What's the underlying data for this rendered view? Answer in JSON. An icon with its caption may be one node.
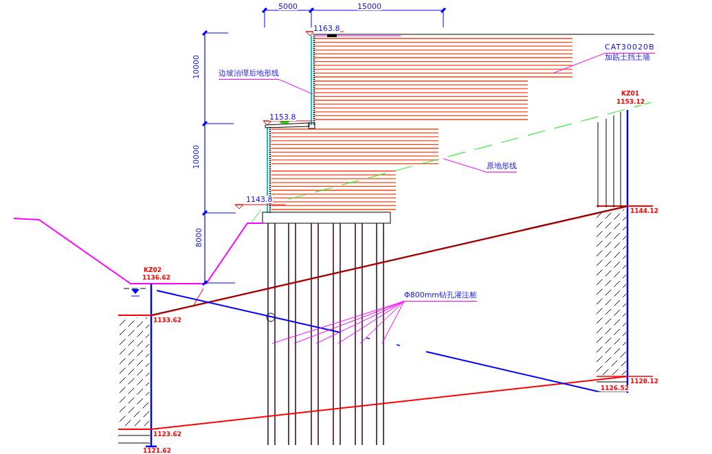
{
  "diagram": {
    "nodes": [
      {
        "text": [
          "边坡治理后地形线"
        ]
      },
      {
        "text": [
          "CAT30020B",
          "加筋土挡土墙"
        ]
      },
      {
        "text": [
          "原地形线"
        ]
      },
      {
        "text": [
          "Φ800mm钻孔灌注桩"
        ]
      }
    ],
    "edges": [
      {
        "from": 0,
        "to": null,
        "arrow": "none"
      },
      {
        "from": 1,
        "to": null,
        "arrow": "none"
      },
      {
        "from": 2,
        "to": null,
        "arrow": "none"
      },
      {
        "from": 3,
        "to": null,
        "arrow": "none"
      },
      {
        "from": 3,
        "to": null,
        "arrow": "none"
      },
      {
        "from": 3,
        "to": null,
        "arrow": "none"
      },
      {
        "from": 3,
        "to": null,
        "arrow": "none"
      },
      {
        "from": 3,
        "to": null,
        "arrow": "none"
      },
      {
        "from": 3,
        "to": null,
        "arrow": "none"
      }
    ],
    "labels": [
      "5000",
      "15000",
      "10000",
      "10000",
      "8000",
      "1163.8",
      "1153.8",
      "1143.8",
      "KZ02",
      "1136.62",
      "1133.62",
      "1123.62",
      "1121.62",
      "KZ01",
      "1153.12",
      "1144.12",
      "1128.12",
      "1126.52"
    ]
  }
}
